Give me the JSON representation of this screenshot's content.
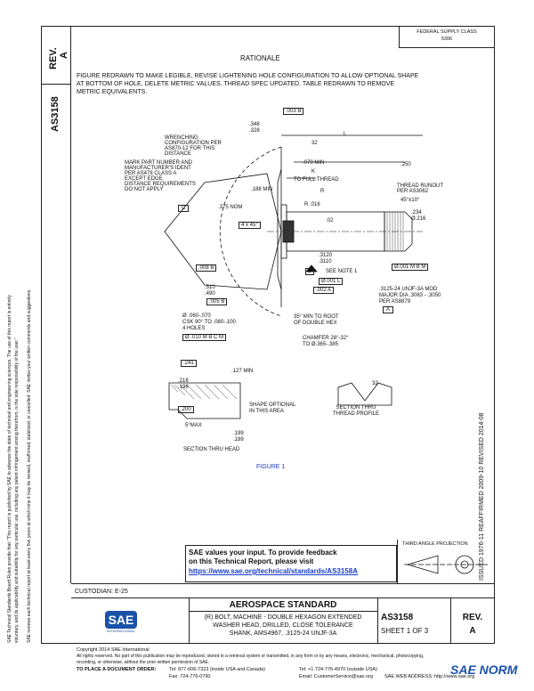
{
  "header": {
    "fed_class": "FEDERAL SUPPLY CLASS",
    "fed_class_num": "5306",
    "rev_label": "REV.",
    "rev_value": "A",
    "doc_number": "AS3158"
  },
  "rationale": {
    "title": "RATIONALE",
    "line1": "FIGURE REDRAWN TO MAKE LEGIBLE, REVISE LIGHTENING HOLE CONFIGURATION TO ALLOW OPTIONAL SHAPE",
    "line2": "AT BOTTOM OF HOLE, DELETE METRIC VALUES. THREAD SPEC UPDATED. TABLE REDRAWN TO REMOVE",
    "line3": "METRIC EQUIVALENTS."
  },
  "drawing": {
    "tol_top": ".003",
    "tol_top_datum": "B",
    "dim_348": ".348",
    "dim_328": ".328",
    "wrenching_note": [
      "WRENCHING",
      "CONFIGURATION PER",
      "AS870-12 FOR THIS",
      "DISTANCE"
    ],
    "mark_note": [
      "MARK PART NUMBER AND",
      "MANUFACTURER'S IDENT",
      "PER AS478 CLASS A",
      "EXCEPT EDGE",
      "DISTANCE REQUIREMENTS",
      "DO NOT APPLY"
    ],
    "dim_l": "L",
    "dim_32": "32",
    "dim_070": ".070 MIN",
    "dim_k": "K",
    "to_full_thread": "TO FULL THREAD",
    "dim_250": ".250",
    "thread_runout": [
      "THREAD RUNOUT",
      "PER AS3062"
    ],
    "dim_45": "45°±10°",
    "dim_r": "R",
    "dim_r_016": "R .016",
    "dim_02": ".02",
    "dim_234": ".234",
    "dim_216": "Ø.216",
    "dim_188": ".188 MIN",
    "datum_c": "C",
    "dim_375": ".375 NOM",
    "dim_4x45": "4 x 45°",
    "tol_008": ".008",
    "tol_008_datum": "B",
    "dim_3120": ".3120",
    "dim_3110": ".3110",
    "datum_b": "B",
    "see_note": "SEE NOTE 1",
    "tol_001l": "Ø.001 L",
    "tol_002": ".002",
    "tol_002_datum": "A",
    "tol_r001": "Ø.001",
    "tol_r001_datums": "M B M",
    "thread_spec": [
      ".3125-24 UNJF-3A MOD",
      "MAJOR DIA .3083 - .3050",
      "PER AS8879"
    ],
    "datum_a": "A",
    "dim_510": ".510",
    "dim_490": ".490",
    "tol_005": ".005",
    "tol_005_datum": "B",
    "holes_note": [
      "Ø .060-.070",
      "CSK 90° TO .080-.100",
      "4 HOLES"
    ],
    "tol_holes": "Ø .010",
    "tol_holes_datums": "M B C M",
    "root_note": [
      "35° MIN TO ROOT",
      "OF DOUBLE HEX"
    ],
    "chamfer_note": [
      "CHAMFER 28°-32°",
      "TO Ø.365-.385"
    ],
    "dim_241": ".241",
    "dim_127": ".127 MIN",
    "dim_216s": ".216",
    "dim_196": ".196",
    "shape_note": [
      "SHAPE OPTIONAL",
      "IN THIS AREA"
    ],
    "dim_200": ".200",
    "dim_max": "5°MAX",
    "dim_199": ".199",
    "dim_189": ".189",
    "section_head": "SECTION THRU HEAD",
    "dim_32b": "32",
    "section_thread": [
      "SECTION THRU",
      "THREAD PROFILE"
    ],
    "figure_label": "FIGURE 1"
  },
  "feedback": {
    "line1": "SAE values your input. To provide feedback",
    "line2": "on this Technical Report, please visit",
    "link": "https://www.sae.org/technical/standards/AS3158A"
  },
  "projection": "THIRD ANGLE PROJECTION",
  "custodian": "CUSTODIAN: E-25",
  "title_block": {
    "std_title": "AEROSPACE STANDARD",
    "desc1": "(R) BOLT, MACHINE - DOUBLE HEXAGON EXTENDED",
    "desc2": "WASHER HEAD, DRILLED, CLOSE TOLERANCE",
    "desc3": "SHANK, AMS4967, .3125-24 UNJF-3A",
    "doc": "AS3158",
    "sheet": "SHEET 1 OF 3",
    "rev_label": "REV.",
    "rev": "A",
    "logo_text": "SAE",
    "logo_sub": "INTERNATIONAL"
  },
  "side_dates": "ISSUED 1976-11     REAFFIRMED 2009-10     REVISED 2014-08",
  "left_margin": {
    "line1": "SAE Technical Standards Board Rules provide that: \"This report is published by SAE to advance the state of technical and engineering sciences. The use of this report is entirely",
    "line2": "voluntary, and its applicability and suitability for any particular use, including any patent infringement arising therefrom, is the sole responsibility of the user.\"",
    "line3": "SAE reviews each technical report at least every five years at which time it may be revised, reaffirmed, stabilized, or cancelled. SAE invites your written comments and suggestions."
  },
  "footer": {
    "copyright": "Copyright 2014 SAE International",
    "rights": "All rights reserved. No part of this publication may be reproduced, stored in a retrieval system or transmitted, in any form or by any means, electronic, mechanical, photocopying,",
    "rights2": "recording, or otherwise, without the prior written permission of SAE.",
    "order": "TO PLACE A DOCUMENT ORDER:",
    "tel": "Tel: 877-606-7323 (inside USA and Canada)",
    "tel2": "Tel: +1 724-776-4970 (outside USA)",
    "fax": "Fax: 724-776-0790",
    "email": "Email: CustomerService@sae.org",
    "web": "SAE WEB ADDRESS: http://www.sae.org",
    "watermark": "SAE NORM"
  }
}
